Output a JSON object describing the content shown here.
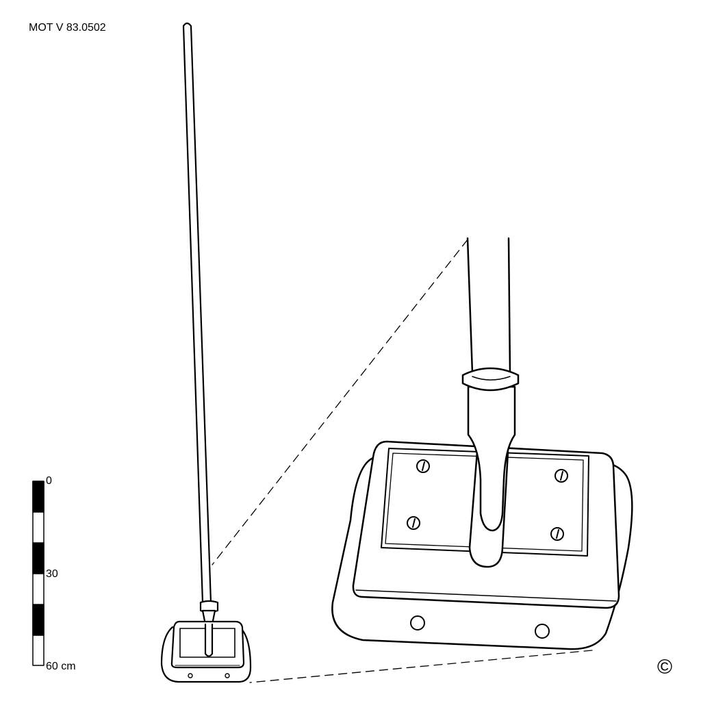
{
  "catalog_number": "MOT V 83.0502",
  "scale_bar": {
    "labels": [
      "0",
      "30",
      "60 cm"
    ],
    "segments": 6,
    "max_cm": 60
  },
  "copyright_symbol": "©",
  "colors": {
    "ink": "#000000",
    "background": "#ffffff"
  }
}
